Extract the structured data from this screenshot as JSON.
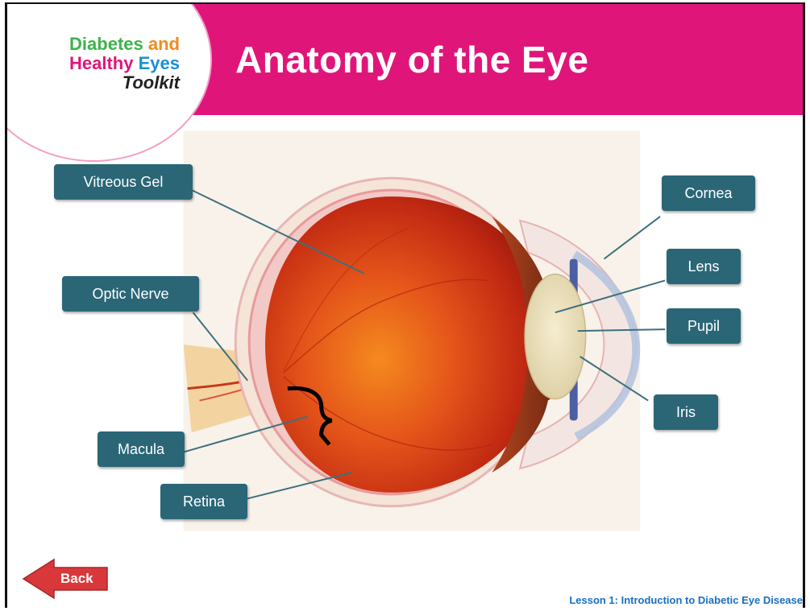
{
  "logo": {
    "line1_word": "Diabetes",
    "line1_and": "and",
    "line2_word": "Healthy",
    "line2_eyes": "Eyes",
    "line3": "Toolkit"
  },
  "header": {
    "title": "Anatomy of the Eye"
  },
  "labels": {
    "vitreous_gel": "Vitreous Gel",
    "optic_nerve": "Optic Nerve",
    "macula": "Macula",
    "retina": "Retina",
    "cornea": "Cornea",
    "lens": "Lens",
    "pupil": "Pupil",
    "iris": "Iris"
  },
  "nav": {
    "back_label": "Back"
  },
  "footer": {
    "lesson": "Lesson 1: Introduction to Diabetic Eye Disease"
  },
  "colors": {
    "header_pink": "#e0157a",
    "label_teal": "#2b6677",
    "back_red": "#d8383a",
    "footer_blue": "#1a6fc0"
  }
}
